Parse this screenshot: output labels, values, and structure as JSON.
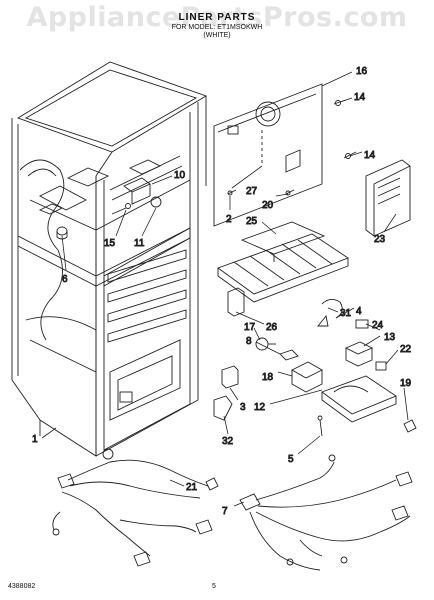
{
  "watermark": "AppliancePartsPros.com",
  "header": {
    "title": "LINER PARTS",
    "subtitle": "FOR MODEL: ET1MSOKWH",
    "subtitle2": "(WHITE)"
  },
  "footer": {
    "code": "4388082",
    "page": "5"
  },
  "callouts": [
    "16",
    "14",
    "14",
    "10",
    "27",
    "20",
    "2",
    "15",
    "11",
    "23",
    "25",
    "6",
    "31",
    "4",
    "24",
    "13",
    "17",
    "8",
    "22",
    "26",
    "18",
    "3",
    "12",
    "19",
    "5",
    "32",
    "1",
    "21",
    "7"
  ]
}
